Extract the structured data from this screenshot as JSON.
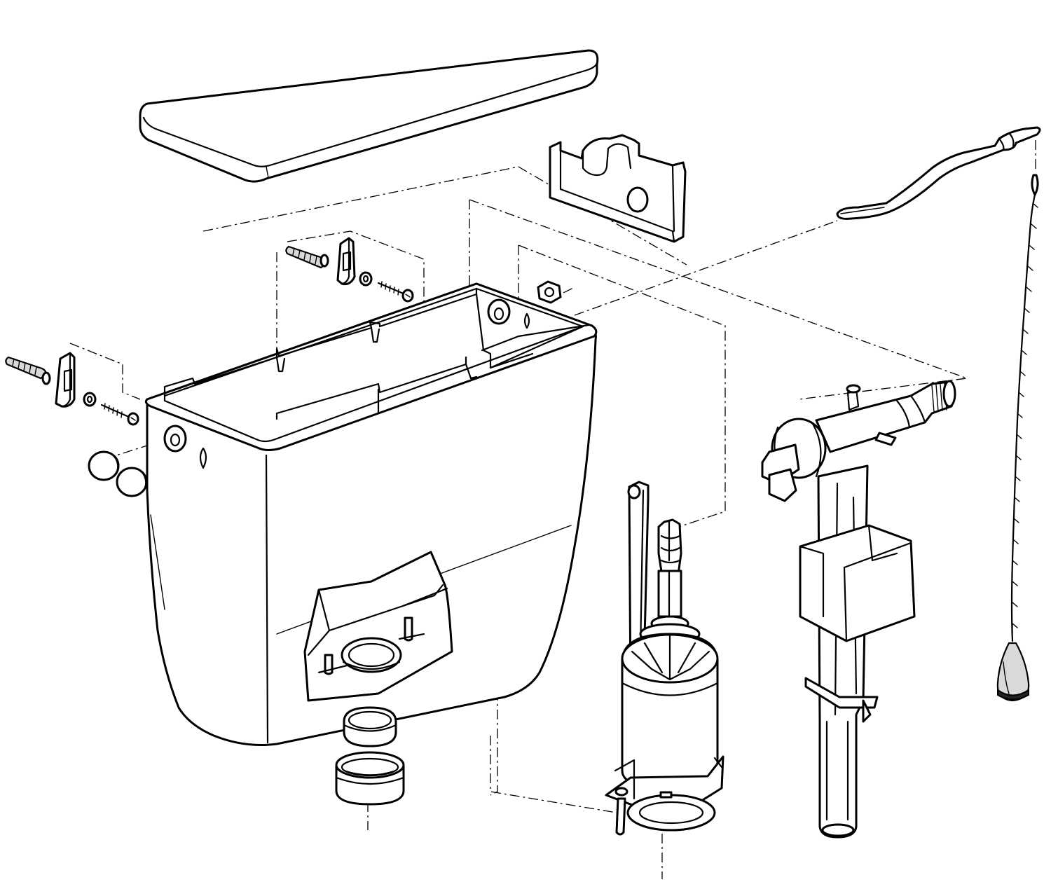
{
  "diagram": {
    "style": {
      "background": "#ffffff",
      "line_color": "#000000",
      "shade_color": "#d9d9d9"
    },
    "parts": [
      {
        "id": "cistern-lid",
        "icon": "lid-icon"
      },
      {
        "id": "lever-bracket",
        "icon": "bracket-icon"
      },
      {
        "id": "flush-lever",
        "icon": "lever-icon"
      },
      {
        "id": "pull-chain",
        "icon": "chain-icon"
      },
      {
        "id": "cistern-tank",
        "icon": "tank-icon"
      },
      {
        "id": "wall-plug-left",
        "icon": "wall-plug-icon"
      },
      {
        "id": "wall-plug-rear",
        "icon": "wall-plug-icon"
      },
      {
        "id": "hanging-bracket-left",
        "icon": "hanger-icon"
      },
      {
        "id": "hanging-bracket-rear",
        "icon": "hanger-icon"
      },
      {
        "id": "mounting-screw-left",
        "icon": "screw-icon"
      },
      {
        "id": "mounting-screw-rear",
        "icon": "screw-icon"
      },
      {
        "id": "blanking-plugs",
        "icon": "plug-cap-icon"
      },
      {
        "id": "lock-nut",
        "icon": "hex-nut-icon"
      },
      {
        "id": "outlet-seal",
        "icon": "seal-ring-icon"
      },
      {
        "id": "outlet-connector",
        "icon": "connector-icon"
      },
      {
        "id": "flush-valve",
        "icon": "flush-valve-icon"
      },
      {
        "id": "fill-valve",
        "icon": "fill-valve-icon"
      }
    ]
  }
}
